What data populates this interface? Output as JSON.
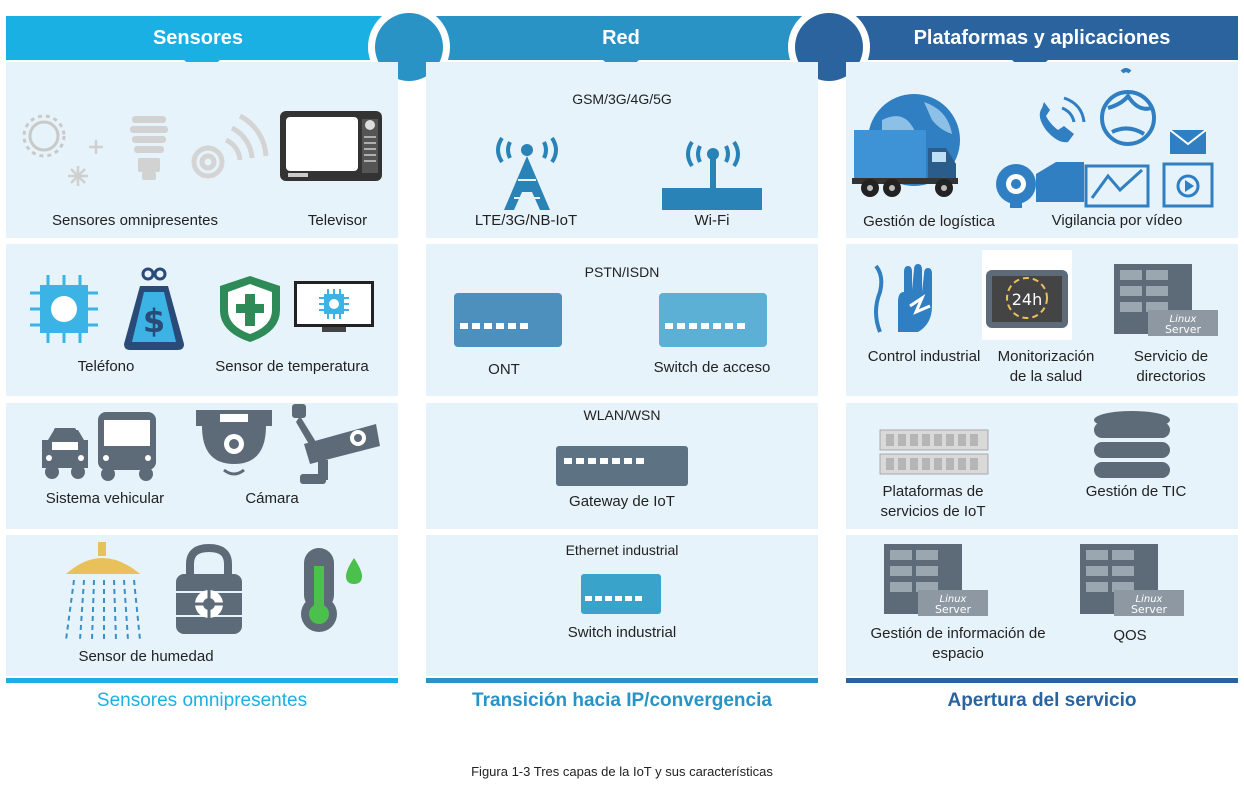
{
  "columns": {
    "sensors": {
      "title": "Sensores",
      "footer": "Sensores omnipresentes",
      "color": "#1ab0e3",
      "rows": [
        [
          "Sensores omnipresentes",
          "Televisor"
        ],
        [
          "Teléfono",
          "Sensor de temperatura"
        ],
        [
          "Sistema vehicular",
          "Cámara"
        ],
        [
          "Sensor de humedad"
        ]
      ]
    },
    "network": {
      "title": "Red",
      "footer": "Transición hacia IP/convergencia",
      "color": "#2a93c6",
      "rows": [
        {
          "title": "GSM/3G/4G/5G",
          "items": [
            "LTE/3G/NB-IoT",
            "Wi-Fi"
          ]
        },
        {
          "title": "PSTN/ISDN",
          "items": [
            "ONT",
            "Switch de acceso"
          ]
        },
        {
          "title": "WLAN/WSN",
          "items": [
            "Gateway de IoT"
          ]
        },
        {
          "title": "Ethernet industrial",
          "items": [
            "Switch industrial"
          ]
        }
      ]
    },
    "platforms": {
      "title": "Plataformas y aplicaciones",
      "footer": "Apertura del servicio",
      "color": "#2a639e",
      "rows": [
        [
          "Gestión de logística",
          "Vigilancia por vídeo"
        ],
        [
          "Control industrial",
          "Monitorización de la salud",
          "Servicio de directorios"
        ],
        [
          "Plataformas de servicios de IoT",
          "Gestión de TIC"
        ],
        [
          "Gestión de información de espacio",
          "QOS"
        ]
      ],
      "icon_text": {
        "clock": "24h",
        "server_brand_1": "Linux",
        "server_brand_2": "Server"
      }
    }
  },
  "caption": "Figura 1-3 Tres capas de la IoT y sus características"
}
